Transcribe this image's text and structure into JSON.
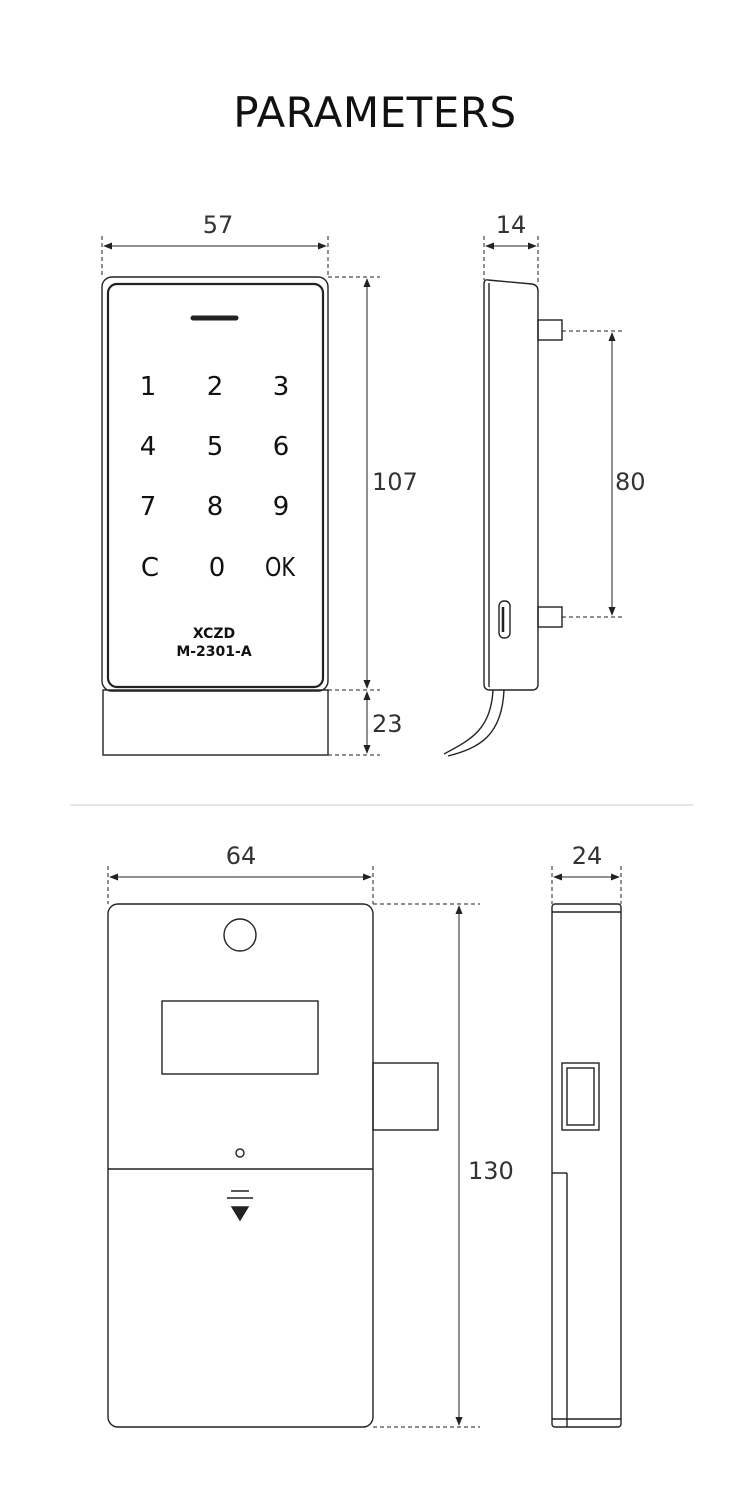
{
  "title": "PARAMETERS",
  "keypad": {
    "keys": [
      "1",
      "2",
      "3",
      "4",
      "5",
      "6",
      "7",
      "8",
      "9",
      "C",
      "0",
      "OK"
    ],
    "brand": "XCZD",
    "model": "M-2301-A"
  },
  "dimensions": {
    "front_width": "57",
    "front_height": "107",
    "base_height": "23",
    "side_depth": "14",
    "post_spacing": "80",
    "lock_width": "64",
    "lock_height": "130",
    "lock_depth": "24"
  }
}
